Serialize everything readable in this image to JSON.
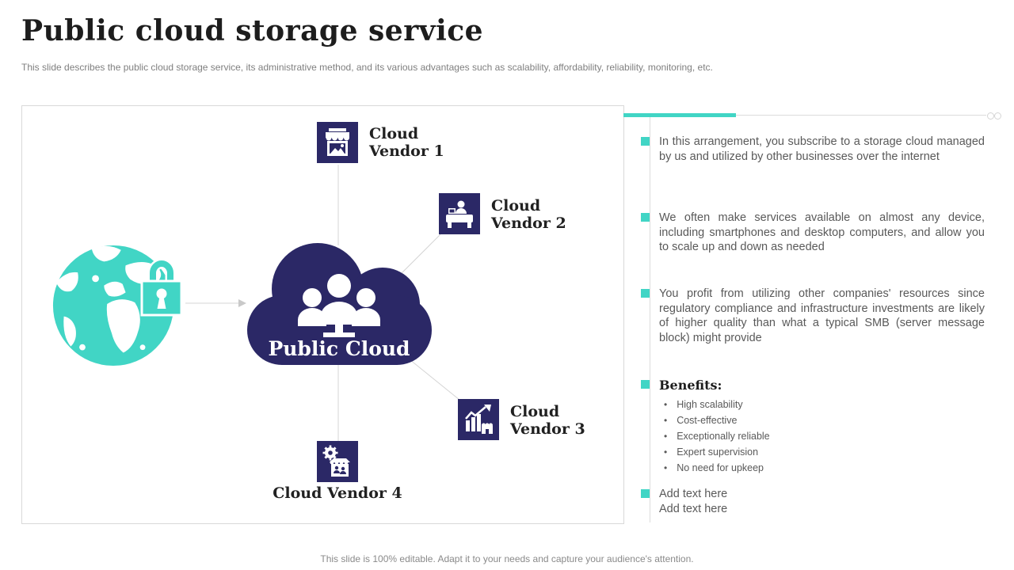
{
  "slide": {
    "title": "Public cloud storage service",
    "subtitle": "This slide describes the public cloud storage service, its administrative method, and its various advantages such as scalability, affordability, reliability, monitoring, etc.",
    "footer": "This slide is 100% editable. Adapt it to your needs and capture your audience's attention."
  },
  "diagram": {
    "source": {
      "icon": "globe-icon",
      "lock_icon": "padlock-icon"
    },
    "center": {
      "label": "Public Cloud",
      "icon": "people-group-icon"
    },
    "vendors": [
      {
        "label": "Cloud Vendor 1",
        "icon": "storefront-icon"
      },
      {
        "label": "Cloud Vendor 2",
        "icon": "vendor-desk-icon"
      },
      {
        "label": "Cloud Vendor 3",
        "icon": "growth-chart-store-icon"
      },
      {
        "label": "Cloud Vendor 4",
        "icon": "store-gear-icon"
      }
    ]
  },
  "panel": {
    "bullets": [
      "In this arrangement, you subscribe to a storage cloud managed by us and utilized by other businesses over the internet",
      "We often make services available on almost any device, including smartphones and desktop computers, and allow you to scale up and down as needed",
      "You profit from utilizing other companies' resources since regulatory compliance and infrastructure investments are likely of higher quality than what a typical SMB (server message block) might provide"
    ],
    "benefits": {
      "title": "Benefits:",
      "items": [
        "High scalability",
        "Cost-effective",
        "Exceptionally reliable",
        "Expert supervision",
        "No need for upkeep"
      ]
    },
    "add_text": [
      "Add text here",
      "Add text here"
    ]
  },
  "colors": {
    "navy": "#2B2866",
    "teal": "#41D5C5",
    "text_gray": "#595959",
    "muted_gray": "#808080",
    "line_gray": "#D9D9D9"
  }
}
